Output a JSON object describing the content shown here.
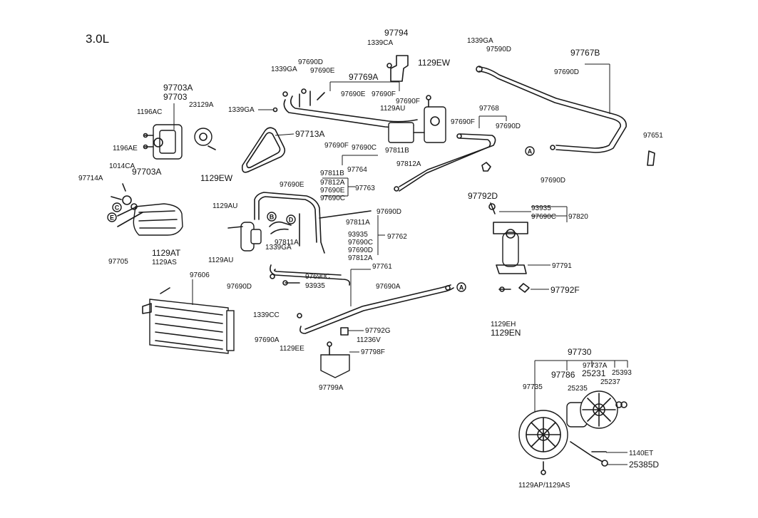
{
  "engine_label": "3.0L",
  "ref_markers": {
    "A": "A",
    "B": "B",
    "C": "C",
    "D": "D",
    "E": "E"
  },
  "labels": [
    {
      "id": "97794",
      "text": "97794"
    },
    {
      "id": "1339ca-top",
      "text": "1339CA"
    },
    {
      "id": "1339ga-tr",
      "text": "1339GA"
    },
    {
      "id": "97590d",
      "text": "97590D"
    },
    {
      "id": "97767b",
      "text": "97767B"
    },
    {
      "id": "97690d-tr",
      "text": "97690D"
    },
    {
      "id": "97690d-a",
      "text": "97690D"
    },
    {
      "id": "1339ga-a",
      "text": "1339GA"
    },
    {
      "id": "97690e-a",
      "text": "97690E"
    },
    {
      "id": "97769a",
      "text": "97769A"
    },
    {
      "id": "1129ew-top",
      "text": "1129EW"
    },
    {
      "id": "97690e-b",
      "text": "97690E"
    },
    {
      "id": "97690f-a",
      "text": "97690F"
    },
    {
      "id": "97690f-b",
      "text": "97690F"
    },
    {
      "id": "97703a-top",
      "text": "97703A"
    },
    {
      "id": "97703",
      "text": "97703"
    },
    {
      "id": "1196ac",
      "text": "1196AC"
    },
    {
      "id": "23129a",
      "text": "23129A"
    },
    {
      "id": "1339ga-b",
      "text": "1339GA"
    },
    {
      "id": "1129au-a",
      "text": "1129AU"
    },
    {
      "id": "97768",
      "text": "97768"
    },
    {
      "id": "97690f-c",
      "text": "97690F"
    },
    {
      "id": "97690d-b",
      "text": "97690D"
    },
    {
      "id": "97651",
      "text": "97651"
    },
    {
      "id": "97713a",
      "text": "97713A"
    },
    {
      "id": "1196ae",
      "text": "1196AE"
    },
    {
      "id": "97690f-d",
      "text": "97690F"
    },
    {
      "id": "97690c-a",
      "text": "97690C"
    },
    {
      "id": "97811b-a",
      "text": "97811B"
    },
    {
      "id": "97812a-a",
      "text": "97812A"
    },
    {
      "id": "1014ca",
      "text": "1014CA"
    },
    {
      "id": "97764",
      "text": "97764"
    },
    {
      "id": "97690d-c",
      "text": "97690D"
    },
    {
      "id": "97714a",
      "text": "97714A"
    },
    {
      "id": "97703a-b",
      "text": "97703A"
    },
    {
      "id": "1129ew-b",
      "text": "1129EW"
    },
    {
      "id": "97811b-b",
      "text": "97811B"
    },
    {
      "id": "97690e-c",
      "text": "97690E"
    },
    {
      "id": "97812a-b",
      "text": "97812A"
    },
    {
      "id": "97690e-d",
      "text": "97690E"
    },
    {
      "id": "97690c-b",
      "text": "97690C"
    },
    {
      "id": "97763",
      "text": "97763"
    },
    {
      "id": "97792d",
      "text": "97792D"
    },
    {
      "id": "1129au-b",
      "text": "1129AU"
    },
    {
      "id": "97690d-d",
      "text": "97690D"
    },
    {
      "id": "93935-a",
      "text": "93935"
    },
    {
      "id": "97690c-c",
      "text": "97690C"
    },
    {
      "id": "97820",
      "text": "97820"
    },
    {
      "id": "97811a-a",
      "text": "97811A"
    },
    {
      "id": "93935-b",
      "text": "93935"
    },
    {
      "id": "97762",
      "text": "97762"
    },
    {
      "id": "97690c-d",
      "text": "97690C"
    },
    {
      "id": "97811a-b",
      "text": "97811A"
    },
    {
      "id": "1339ga-c",
      "text": "1339GA"
    },
    {
      "id": "97690d-e",
      "text": "97690D"
    },
    {
      "id": "1129au-c",
      "text": "1129AU"
    },
    {
      "id": "97812a-c",
      "text": "97812A"
    },
    {
      "id": "97705",
      "text": "97705"
    },
    {
      "id": "1129at",
      "text": "1129AT"
    },
    {
      "id": "1129as-a",
      "text": "1129AS"
    },
    {
      "id": "97761",
      "text": "97761"
    },
    {
      "id": "97791",
      "text": "97791"
    },
    {
      "id": "97606",
      "text": "97606"
    },
    {
      "id": "97690c-e",
      "text": "97690C"
    },
    {
      "id": "97690d-f",
      "text": "97690D"
    },
    {
      "id": "93935-c",
      "text": "93935"
    },
    {
      "id": "97690a-a",
      "text": "97690A"
    },
    {
      "id": "97792f",
      "text": "97792F"
    },
    {
      "id": "1339cc",
      "text": "1339CC"
    },
    {
      "id": "1129eh",
      "text": "1129EH"
    },
    {
      "id": "1129en",
      "text": "1129EN"
    },
    {
      "id": "97792g",
      "text": "97792G"
    },
    {
      "id": "97690a-b",
      "text": "97690A"
    },
    {
      "id": "11236v",
      "text": "11236V"
    },
    {
      "id": "1129ee",
      "text": "1129EE"
    },
    {
      "id": "97798f",
      "text": "97798F"
    },
    {
      "id": "97730",
      "text": "97730"
    },
    {
      "id": "97737a",
      "text": "97737A"
    },
    {
      "id": "97786",
      "text": "97786"
    },
    {
      "id": "25231",
      "text": "25231"
    },
    {
      "id": "25393",
      "text": "25393"
    },
    {
      "id": "97799a",
      "text": "97799A"
    },
    {
      "id": "97735",
      "text": "97735"
    },
    {
      "id": "25235",
      "text": "25235"
    },
    {
      "id": "25237",
      "text": "25237"
    },
    {
      "id": "1140et",
      "text": "1140ET"
    },
    {
      "id": "25385d",
      "text": "25385D"
    },
    {
      "id": "1129ap-as",
      "text": "1129AP/1129AS"
    }
  ]
}
